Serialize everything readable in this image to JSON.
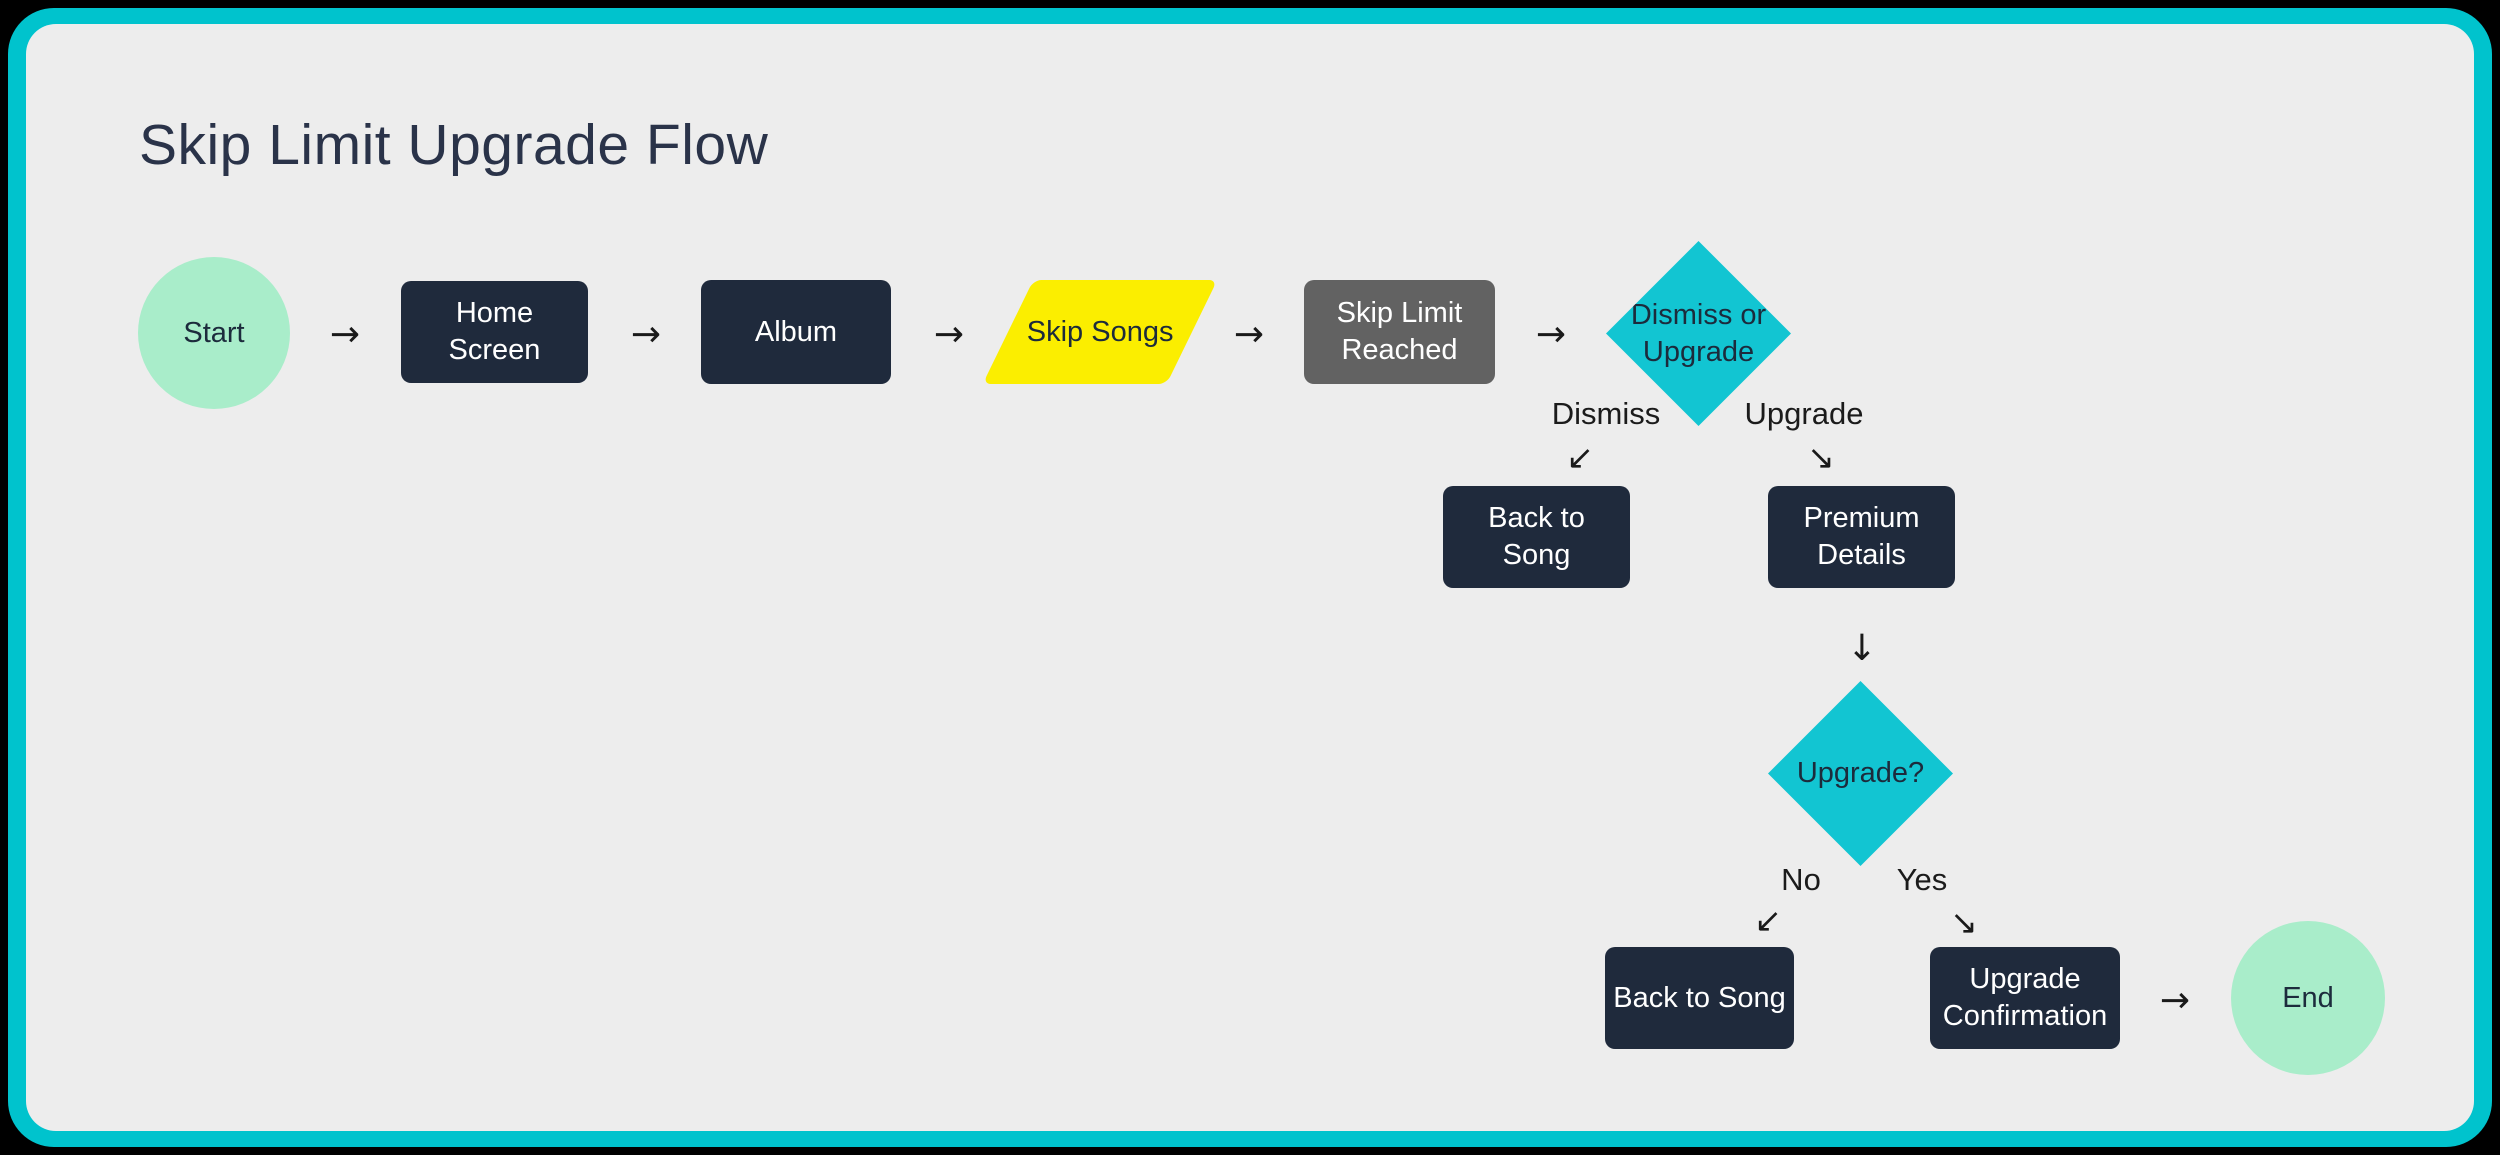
{
  "title": "Skip Limit Upgrade Flow",
  "nodes": {
    "start": "Start",
    "home_screen": "Home Screen",
    "album": "Album",
    "skip_songs": "Skip Songs",
    "skip_limit_reached": "Skip Limit Reached",
    "dismiss_or_upgrade": "Dismiss or Upgrade",
    "back_to_song_1": "Back to Song",
    "premium_details": "Premium Details",
    "upgrade_question": "Upgrade?",
    "back_to_song_2": "Back to Song",
    "upgrade_confirmation": "Upgrade Confirmation",
    "end": "End"
  },
  "edge_labels": {
    "dismiss": "Dismiss",
    "upgrade": "Upgrade",
    "no": "No",
    "yes": "Yes"
  },
  "glyphs": {
    "arrow_right": "→",
    "arrow_down": "↓",
    "arrow_down_left": "↙",
    "arrow_down_right": "↘"
  },
  "colors": {
    "outer_background": "#000000",
    "frame_teal": "#00c3cd",
    "panel_background": "#ededed",
    "node_navy": "#1f2a3c",
    "node_gray": "#626262",
    "node_mint": "#a9edca",
    "node_yellow": "#fbee00",
    "node_cyan": "#12c5d2",
    "text_dark": "#1c2b3c",
    "text_light": "#ffffff",
    "title_color": "#2a3349"
  }
}
